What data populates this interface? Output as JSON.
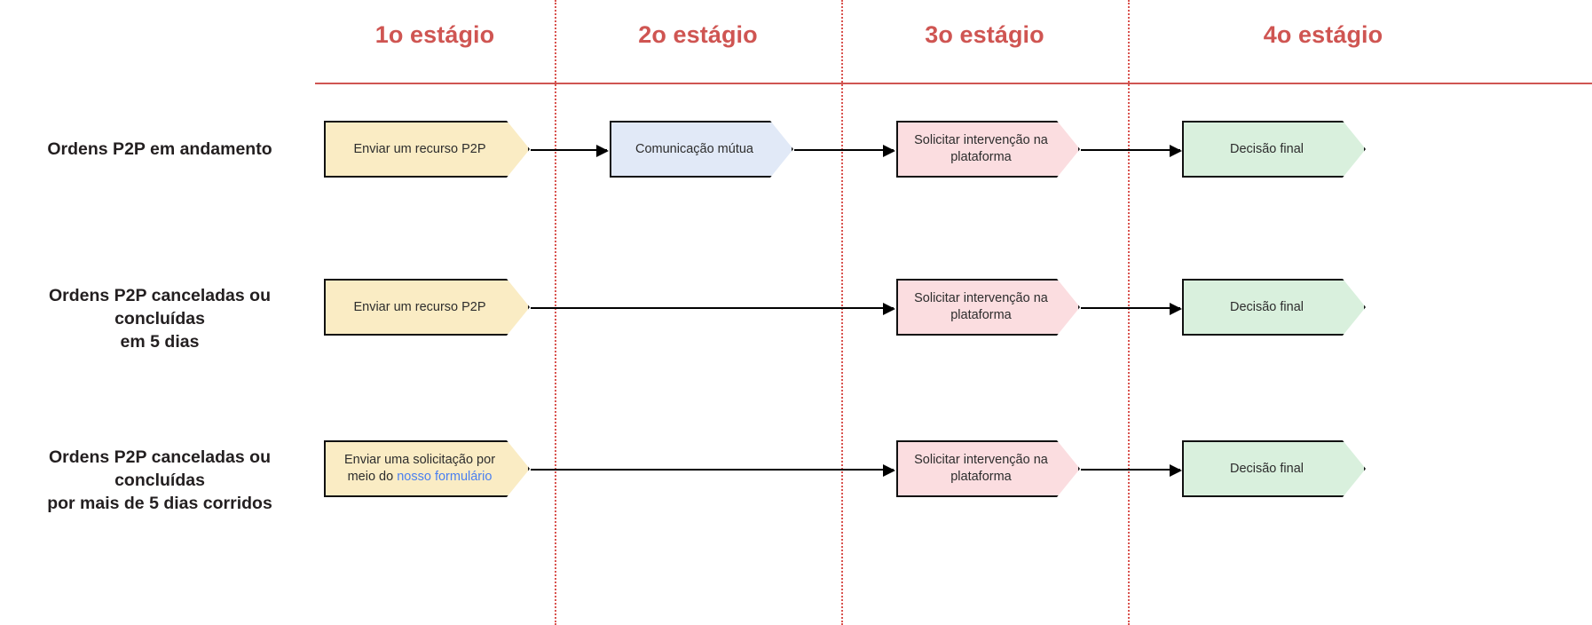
{
  "theme": {
    "accent": "#cf5552",
    "divider": "#d9534f",
    "node_border": "#111111",
    "link": "#4a7ff0",
    "yellow": "#faecc4",
    "blue": "#e1e9f7",
    "pink": "#fbdde0",
    "green": "#d9f0dd",
    "background": "#ffffff"
  },
  "header": {
    "stages": [
      {
        "label": "1o estágio"
      },
      {
        "label": "2o estágio"
      },
      {
        "label": "3o estágio"
      },
      {
        "label": "4o estágio"
      }
    ]
  },
  "rows": [
    {
      "label": "Ordens P2P em andamento",
      "label_lines": [
        "Ordens P2P em andamento"
      ],
      "nodes": [
        {
          "text": "Enviar um recurso P2P",
          "color": "yellow"
        },
        {
          "text": "Comunicação mútua",
          "color": "blue"
        },
        {
          "text": "Solicitar intervenção na plataforma",
          "color": "pink"
        },
        {
          "text": "Decisão final",
          "color": "green"
        }
      ]
    },
    {
      "label": "Ordens P2P canceladas ou concluídas em 5 dias",
      "label_lines": [
        "Ordens P2P canceladas ou concluídas",
        "em 5 dias"
      ],
      "nodes": [
        {
          "text": "Enviar um recurso P2P",
          "color": "yellow"
        },
        {
          "text": "Solicitar intervenção na plataforma",
          "color": "pink"
        },
        {
          "text": "Decisão final",
          "color": "green"
        }
      ]
    },
    {
      "label": "Ordens P2P canceladas ou concluídas por mais de 5 dias corridos",
      "label_lines": [
        "Ordens P2P canceladas ou concluídas",
        "por mais de 5 dias corridos"
      ],
      "nodes": [
        {
          "text_before_link": "Enviar uma solicitação por meio do ",
          "link_text": "nosso formulário",
          "color": "yellow"
        },
        {
          "text": "Solicitar intervenção na plataforma",
          "color": "pink"
        },
        {
          "text": "Decisão final",
          "color": "green"
        }
      ]
    }
  ]
}
